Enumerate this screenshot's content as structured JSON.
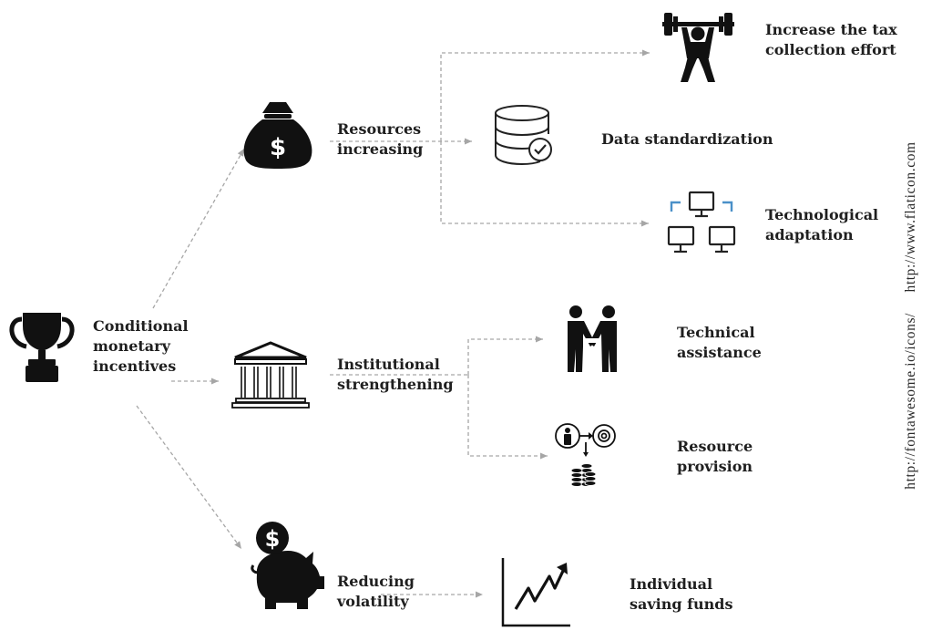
{
  "root": {
    "label_lines": [
      "Conditional",
      "monetary",
      "incentives"
    ],
    "icon": "trophy-icon"
  },
  "branches": [
    {
      "id": "resources",
      "label_lines": [
        "Resources",
        "increasing"
      ],
      "icon": "money-bag-icon",
      "children": [
        {
          "id": "tax",
          "label_lines": [
            "Increase the tax",
            "collection effort"
          ],
          "icon": "weightlifter-icon"
        },
        {
          "id": "data",
          "label_lines": [
            "Data standardization"
          ],
          "icon": "database-check-icon"
        },
        {
          "id": "tech",
          "label_lines": [
            "Technological",
            "adaptation"
          ],
          "icon": "network-computers-icon"
        }
      ]
    },
    {
      "id": "institutional",
      "label_lines": [
        "Institutional",
        "strengthening"
      ],
      "icon": "bank-building-icon",
      "children": [
        {
          "id": "assistance",
          "label_lines": [
            "Technical",
            "assistance"
          ],
          "icon": "handshake-icon"
        },
        {
          "id": "provision",
          "label_lines": [
            "Resource",
            "provision"
          ],
          "icon": "resource-allocation-icon"
        }
      ]
    },
    {
      "id": "volatility",
      "label_lines": [
        "Reducing",
        "volatility"
      ],
      "icon": "piggy-bank-icon",
      "children": [
        {
          "id": "saving",
          "label_lines": [
            "Individual",
            "saving funds"
          ],
          "icon": "growth-chart-icon"
        }
      ]
    }
  ],
  "credits": [
    "http://fontawesome.io/icons/",
    "http://www.flaticon.com"
  ],
  "colors": {
    "connector": "#a6a6a6",
    "icon": "#111111",
    "accent": "#4a90c8"
  }
}
